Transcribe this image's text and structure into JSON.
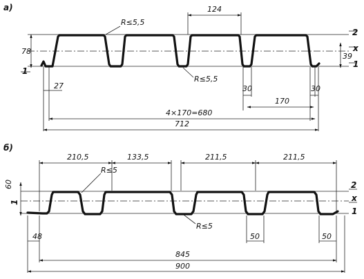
{
  "diagram_a": {
    "panel_label": "a)",
    "radius_top": "R≤5,5",
    "radius_bottom": "R≤5,5",
    "dim_rib_width": "124",
    "dim_height": "78",
    "dim_axis_offset": "39",
    "dim_end": "27",
    "dim_bottom1": "30",
    "dim_bottom2": "30",
    "dim_pitch": "170",
    "dim_pitch_total": "4×170=680",
    "dim_total": "712",
    "marker_top": "2",
    "marker_axis": "x",
    "marker_bottom": "1",
    "marker_left": "1"
  },
  "diagram_b": {
    "panel_label": "б)",
    "radius_top": "R≤5",
    "radius_bottom": "R≤5",
    "dim_top1": "210,5",
    "dim_top2": "133,5",
    "dim_top3": "211,5",
    "dim_top4": "211,5",
    "dim_height": "60",
    "dim_end": "48",
    "dim_bottom1": "50",
    "dim_bottom2": "50",
    "dim_inner": "845",
    "dim_total": "900",
    "marker_top": "2",
    "marker_axis": "x",
    "marker_bottom": "1",
    "marker_left": "1"
  }
}
